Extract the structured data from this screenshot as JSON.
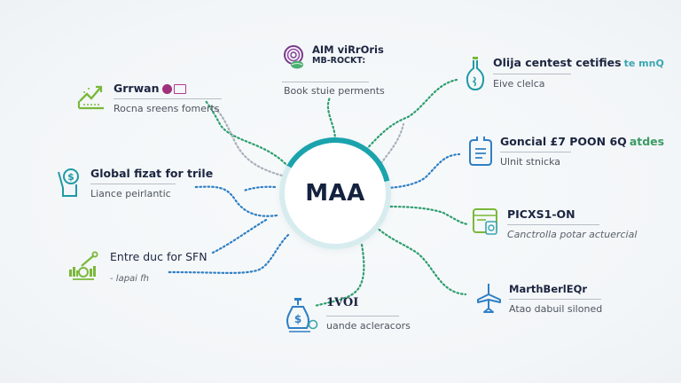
{
  "hub": {
    "label": "MAA",
    "progress_fraction": 0.38,
    "ring_color": "#1aa3ad",
    "track_color": "#d7ecee"
  },
  "nodes": [
    {
      "id": "top-center",
      "icon": "fingerprint-leaf-icon",
      "title": "AIM viRrOris",
      "title_line2": "MB-ROCKT:",
      "subtitle": "Book stuie perments",
      "connector_color": "#2e9e6f"
    },
    {
      "id": "top-left",
      "icon": "growth-chart-icon",
      "title": "Grrwan",
      "badge_icons": [
        "magenta-tag-icon",
        "ticket-icon"
      ],
      "subtitle": "Rocna sreens fomerts",
      "connector_color": "#2e9e6f"
    },
    {
      "id": "mid-left",
      "icon": "dollar-flag-icon",
      "title": "Global fizat for trile",
      "subtitle": "Liance peirlantic",
      "connector_color": "#2f7fc4"
    },
    {
      "id": "bottom-left",
      "icon": "crane-analytics-icon",
      "title": "Entre duc for SFN",
      "subtitle": "- lapai fh",
      "subtitle_italic": true,
      "connector_color": "#2f7fc4"
    },
    {
      "id": "bottom-center",
      "icon": "money-bag-icon",
      "title": "1VOI",
      "subtitle": "uande acleracors",
      "connector_color": "#2e9e6f"
    },
    {
      "id": "top-right",
      "icon": "flask-icon",
      "title": "Olija centest cetifies",
      "title_accent": "te mnQ",
      "title_accent_color": "#3aa6b0",
      "subtitle": "Eive clelca",
      "connector_color": "#2e9e6f"
    },
    {
      "id": "mid-right-upper",
      "icon": "clipboard-document-icon",
      "title": "Goncial £7 POON 6Q",
      "title_accent": "atdes",
      "title_accent_color": "#3c9a63",
      "subtitle": "Ulnit stnicka",
      "connector_color": "#2f7fc4"
    },
    {
      "id": "mid-right-lower",
      "icon": "browser-window-icon",
      "title": "PICXS1-ON",
      "subtitle": "Canctrolla potar actuercial",
      "subtitle_italic": true,
      "connector_color": "#2e9e6f"
    },
    {
      "id": "bottom-right",
      "icon": "airplane-icon",
      "title": "MarthBerlEQr",
      "subtitle": "Atao dabuil siloned",
      "connector_color": "#2e9e6f"
    }
  ],
  "colors": {
    "green_connector": "#2e9e6f",
    "blue_connector": "#2f7fc4",
    "grey_connector": "#a9b0bb",
    "icon_green": "#7ab83a",
    "icon_teal": "#1f9aa6",
    "icon_blue": "#2f7fc4",
    "title_text": "#1c2540"
  }
}
